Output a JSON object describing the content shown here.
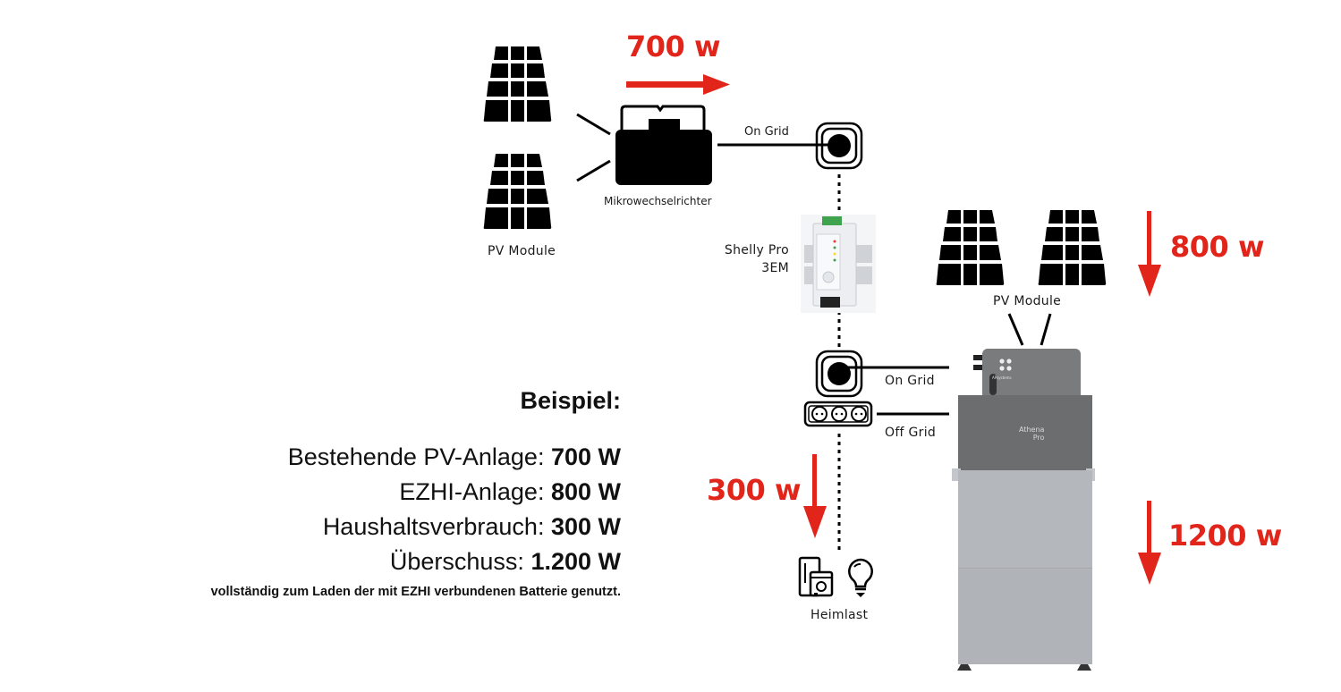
{
  "colors": {
    "accent_red": "#e1251b",
    "icon_black": "#000000",
    "battery_top": "#6f7072",
    "battery_body": "#b3b6bb"
  },
  "diagram": {
    "existing_system": {
      "pv_label": "PV Module",
      "inverter_label": "Mikrowechselrichter",
      "on_grid_label": "On Grid",
      "power_flow": "700 w"
    },
    "meter": {
      "label_line1": "Shelly Pro",
      "label_line2": "3EM"
    },
    "ezhi_system": {
      "pv_label": "PV Module",
      "power_flow": "800 w",
      "on_grid_label": "On Grid",
      "off_grid_label": "Off Grid",
      "battery_brand": "APsystems",
      "battery_model_line1": "Athena",
      "battery_model_line2": "Pro",
      "battery_flow": "1200 w"
    },
    "home_load": {
      "label": "Heimlast",
      "power_flow": "300 w"
    }
  },
  "example": {
    "title": "Beispiel:",
    "rows": [
      {
        "label": "Bestehende PV-Anlage: ",
        "value": "700 W"
      },
      {
        "label": "EZHI-Anlage: ",
        "value": "800 W"
      },
      {
        "label": "Haushaltsverbrauch: ",
        "value": "300 W"
      },
      {
        "label": "Überschuss: ",
        "value": "1.200 W"
      }
    ],
    "footnote": "vollständig zum Laden der mit EZHI verbundenen Batterie genutzt."
  }
}
